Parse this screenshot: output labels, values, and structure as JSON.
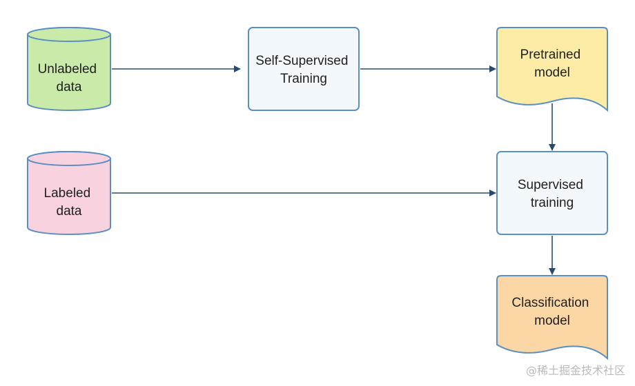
{
  "nodes": {
    "unlabeled_data": {
      "lines": [
        "Unlabeled",
        "data"
      ],
      "fill": "#c9eaa8",
      "stroke": "#5a8fc4"
    },
    "labeled_data": {
      "lines": [
        "Labeled",
        "data"
      ],
      "fill": "#f8d2de",
      "stroke": "#5a8fc4"
    },
    "self_supervised_training": {
      "lines": [
        "Self-Supervised",
        "Training"
      ],
      "fill": "#f3f8fd",
      "stroke": "#5a8fc4"
    },
    "pretrained_model": {
      "lines": [
        "Pretrained",
        "model"
      ],
      "fill": "#fdeca6",
      "stroke": "#5a8fc4"
    },
    "supervised_training": {
      "lines": [
        "Supervised",
        "training"
      ],
      "fill": "#f3f8fd",
      "stroke": "#5a8fc4"
    },
    "classification_model": {
      "lines": [
        "Classification",
        "model"
      ],
      "fill": "#fcd7a6",
      "stroke": "#5a8fc4"
    }
  },
  "edges": [
    {
      "from": "unlabeled_data",
      "to": "self_supervised_training"
    },
    {
      "from": "self_supervised_training",
      "to": "pretrained_model"
    },
    {
      "from": "pretrained_model",
      "to": "supervised_training"
    },
    {
      "from": "labeled_data",
      "to": "supervised_training"
    },
    {
      "from": "supervised_training",
      "to": "classification_model"
    }
  ],
  "colors": {
    "arrow": "#264b6e"
  },
  "watermark": "@稀土掘金技术社区"
}
